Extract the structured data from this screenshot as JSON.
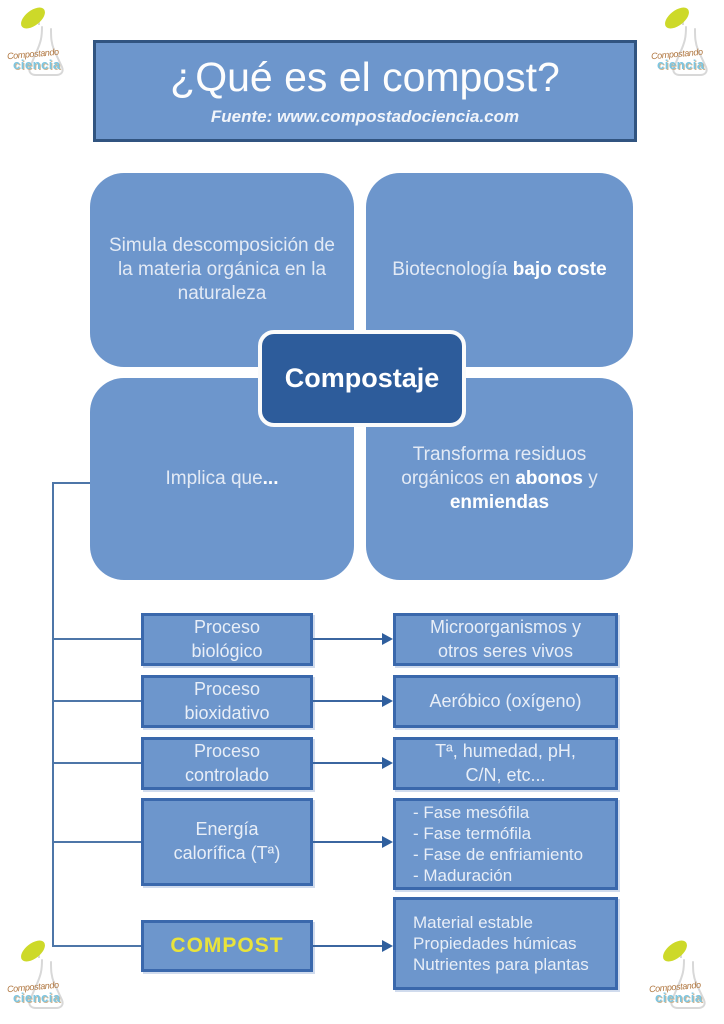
{
  "logo": {
    "script_text": "Compostando",
    "name_text": "ciencia"
  },
  "title": {
    "heading": "¿Qué es el compost?",
    "source": "Fuente: www.compostadociencia.com"
  },
  "center": {
    "label": "Compostaje"
  },
  "quadrants": {
    "top_left": {
      "l1": "Simula descomposición de",
      "l2": "la materia orgánica en la",
      "l3": "naturaleza"
    },
    "top_right": {
      "a": "Biotecnología ",
      "b": "bajo coste"
    },
    "bottom_left": {
      "a": "Implica que",
      "b": "..."
    },
    "bottom_right": {
      "line1": "Transforma residuos",
      "line2_a": "orgánicos en ",
      "line2_b": "abonos",
      "line2_c": " y",
      "line3_b": "enmiendas"
    }
  },
  "rows": [
    {
      "left_lines": [
        "Proceso",
        "biológico"
      ],
      "right_lines": [
        "Microorganismos y",
        "otros seres vivos"
      ]
    },
    {
      "left_lines": [
        "Proceso",
        "bioxidativo"
      ],
      "right_lines": [
        "Aeróbico (oxígeno)"
      ]
    },
    {
      "left_lines": [
        "Proceso",
        "controlado"
      ],
      "right_lines": [
        "Tª, humedad, pH,",
        "C/N, etc..."
      ]
    },
    {
      "left_lines": [
        "Energía",
        "calorífica (Tª)"
      ],
      "right_lines": [
        "- Fase mesófila",
        "- Fase termófila",
        "- Fase de enfriamiento",
        "- Maduración"
      ]
    },
    {
      "left_lines": [
        "COMPOST"
      ],
      "right_lines": [
        "Material estable",
        "Propiedades húmicas",
        "Nutrientes para plantas"
      ]
    }
  ],
  "colors": {
    "box_fill": "#6d96cc",
    "box_border": "#3a68ac",
    "title_border": "#315480",
    "center_fill": "#2d5c9b",
    "connector_line": "#4d76a8",
    "arrow": "#2f5f9e",
    "compost_yellow": "#e9e33b",
    "logo_leaf": "#cdd929",
    "logo_name": "#7cc6e2"
  }
}
